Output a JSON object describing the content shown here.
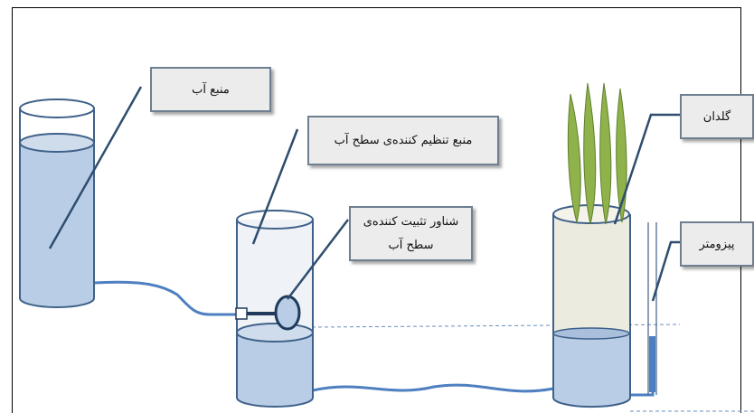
{
  "labels": {
    "water_source": "منبع آب",
    "regulator": "منبع تنظیم کننده‌ی  سطح آب",
    "float_line1": "شناور تثبیت کننده‌ی",
    "float_line2": "سطح آب",
    "pot": "گلدان",
    "piezometer": "پیزومتر"
  },
  "colors": {
    "water": "#b9cde6",
    "cylinder_outline": "#3f6189",
    "pipe": "#4e7fc0",
    "leader": "#2f4d6e",
    "soil": "#ecebe0",
    "leaf": "#8fb24a",
    "box_fill": "#ececec"
  }
}
